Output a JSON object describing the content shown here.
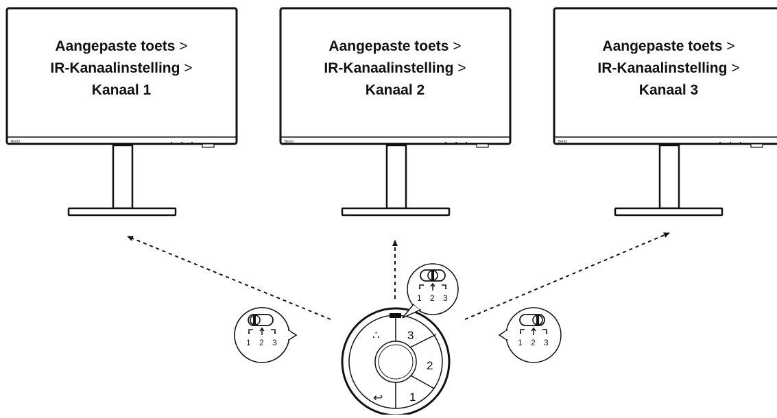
{
  "monitors": [
    {
      "path_bold": "Aangepaste toets",
      "sep1": " >",
      "line2": "IR-Kanaalinstelling",
      "sep2": " >",
      "line3": "Kanaal 1",
      "brand": "BenQ"
    },
    {
      "path_bold": "Aangepaste toets",
      "sep1": " >",
      "line2": "IR-Kanaalinstelling",
      "sep2": " >",
      "line3": "Kanaal 2",
      "brand": "BenQ"
    },
    {
      "path_bold": "Aangepaste toets",
      "sep1": " >",
      "line2": "IR-Kanaalinstelling",
      "sep2": " >",
      "line3": "Kanaal 3",
      "brand": "BenQ"
    }
  ],
  "switch_labels": [
    "1",
    "2",
    "3"
  ],
  "dial": {
    "buttons": [
      "3",
      "2",
      "1"
    ],
    "menu_symbol": "∴",
    "back_symbol": "↩"
  }
}
